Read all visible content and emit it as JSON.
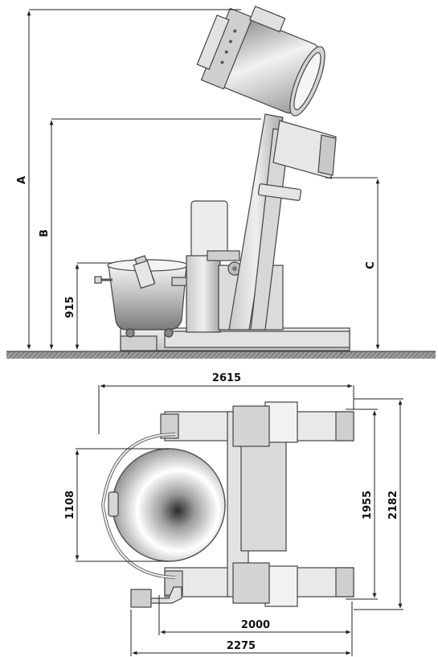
{
  "side_view": {
    "labels": {
      "a": "A",
      "b": "B",
      "c": "C",
      "height_915": "915"
    }
  },
  "top_view": {
    "labels": {
      "overall_length": "2615",
      "bowl_diameter": "1108",
      "inner_width": "1955",
      "outer_width": "2182",
      "base_length": "2000",
      "total_length": "2275"
    }
  },
  "colors": {
    "metal_light": "#e6e6e6",
    "metal_mid": "#bdbdbd",
    "metal_dark": "#7a7a7a",
    "floor": "#8a8a8a"
  }
}
